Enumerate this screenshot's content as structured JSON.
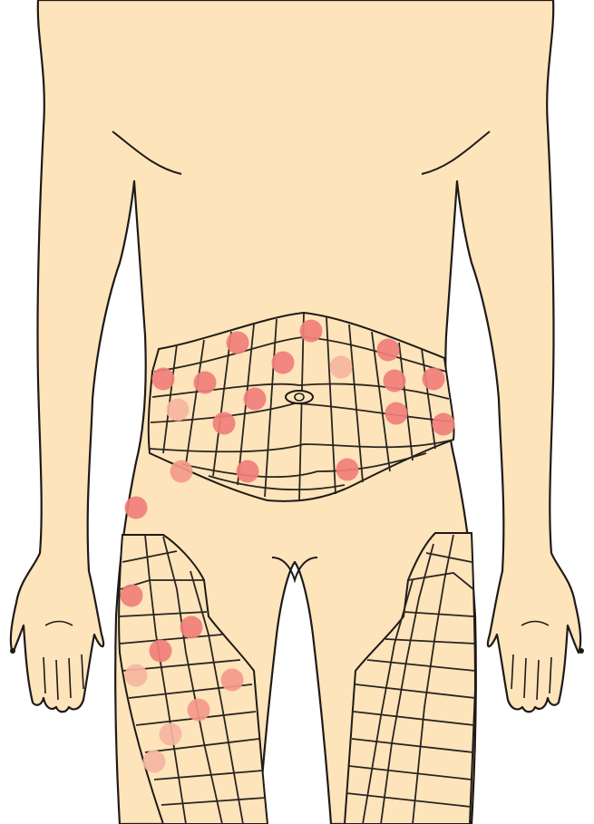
{
  "colors": {
    "background": "#ffffff",
    "skin": "#fde4bb",
    "outline": "#1f1a17",
    "grid_line": "#2a2420",
    "site_strong": "#f07f7a",
    "site_medium": "#f49a8a",
    "site_light": "#f7b5a1"
  },
  "regions": [
    {
      "name": "abdomen",
      "grid": "abdomen-grid",
      "sites": 18
    },
    {
      "name": "right-thigh",
      "grid": "right-thigh-grid",
      "sites": 8
    },
    {
      "name": "left-thigh",
      "grid": "left-thigh-grid",
      "sites": 0
    }
  ],
  "injection_sites": [
    {
      "region": "abdomen",
      "shade": "site_strong"
    },
    {
      "region": "abdomen",
      "shade": "site_strong"
    },
    {
      "region": "abdomen",
      "shade": "site_strong"
    },
    {
      "region": "abdomen",
      "shade": "site_strong"
    },
    {
      "region": "abdomen",
      "shade": "site_strong"
    },
    {
      "region": "abdomen",
      "shade": "site_strong"
    },
    {
      "region": "abdomen",
      "shade": "site_strong"
    },
    {
      "region": "abdomen",
      "shade": "site_strong"
    },
    {
      "region": "abdomen",
      "shade": "site_light"
    },
    {
      "region": "abdomen",
      "shade": "site_strong"
    },
    {
      "region": "abdomen",
      "shade": "site_strong"
    },
    {
      "region": "abdomen",
      "shade": "site_strong"
    },
    {
      "region": "abdomen",
      "shade": "site_light"
    },
    {
      "region": "abdomen",
      "shade": "site_strong"
    },
    {
      "region": "abdomen",
      "shade": "site_strong"
    },
    {
      "region": "abdomen",
      "shade": "site_strong"
    },
    {
      "region": "abdomen",
      "shade": "site_medium"
    },
    {
      "region": "abdomen",
      "shade": "site_strong"
    },
    {
      "region": "right-thigh",
      "shade": "site_strong"
    },
    {
      "region": "right-thigh",
      "shade": "site_strong"
    },
    {
      "region": "right-thigh",
      "shade": "site_strong"
    },
    {
      "region": "right-thigh",
      "shade": "site_light"
    },
    {
      "region": "right-thigh",
      "shade": "site_medium"
    },
    {
      "region": "right-thigh",
      "shade": "site_medium"
    },
    {
      "region": "right-thigh",
      "shade": "site_light"
    },
    {
      "region": "right-thigh",
      "shade": "site_light"
    }
  ]
}
